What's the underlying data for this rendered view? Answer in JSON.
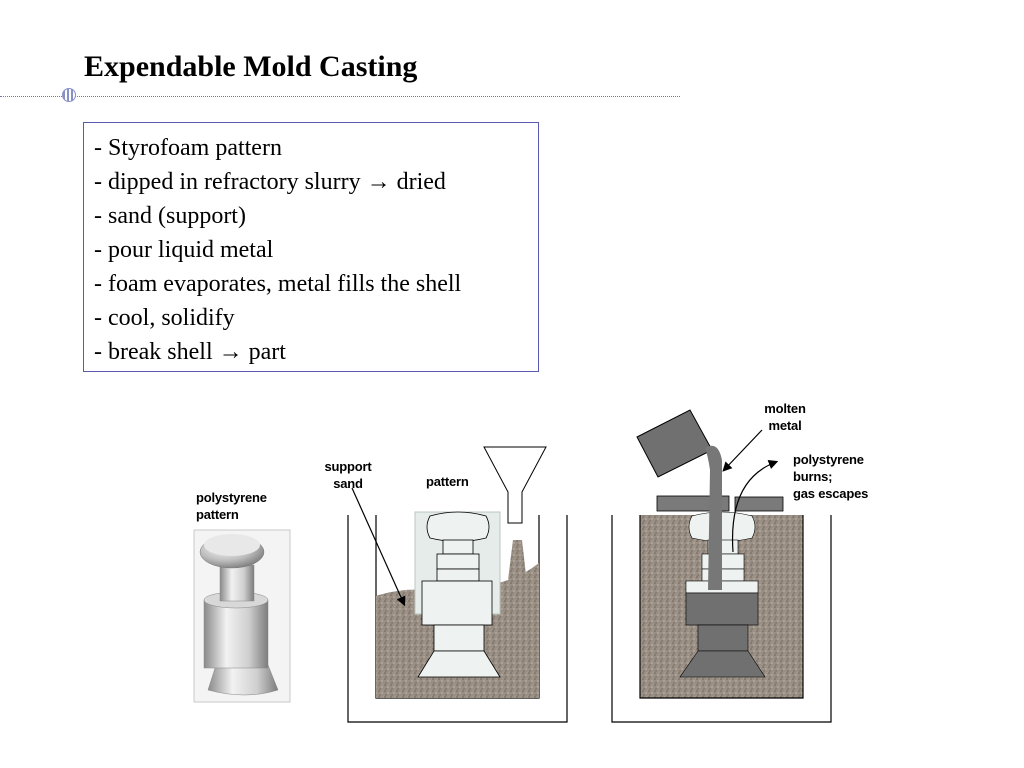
{
  "slide": {
    "title": "Expendable Mold Casting",
    "bullets": [
      {
        "text": "- Styrofoam pattern"
      },
      {
        "text": "- dipped in refractory slurry ",
        "arrow": "→",
        "after": " dried"
      },
      {
        "text": "- sand (support)"
      },
      {
        "text": "- pour liquid metal"
      },
      {
        "text": "- foam evaporates, metal fills the shell"
      },
      {
        "text": "- cool, solidify"
      },
      {
        "text": "- break shell ",
        "arrow": "→",
        "after": " part"
      }
    ]
  },
  "figure": {
    "labels": {
      "polystyrene_pattern": [
        "polystyrene",
        "pattern"
      ],
      "support_sand": [
        "support",
        "sand"
      ],
      "pattern": [
        "pattern"
      ],
      "molten_metal": [
        "molten",
        "metal"
      ],
      "polystyrene_burns": [
        "polystyrene",
        "burns;",
        "gas escapes"
      ]
    },
    "colors": {
      "sand": "#9a8f84",
      "molten_metal": "#707070",
      "foam": "#eef2f0",
      "outline": "#000000"
    }
  }
}
